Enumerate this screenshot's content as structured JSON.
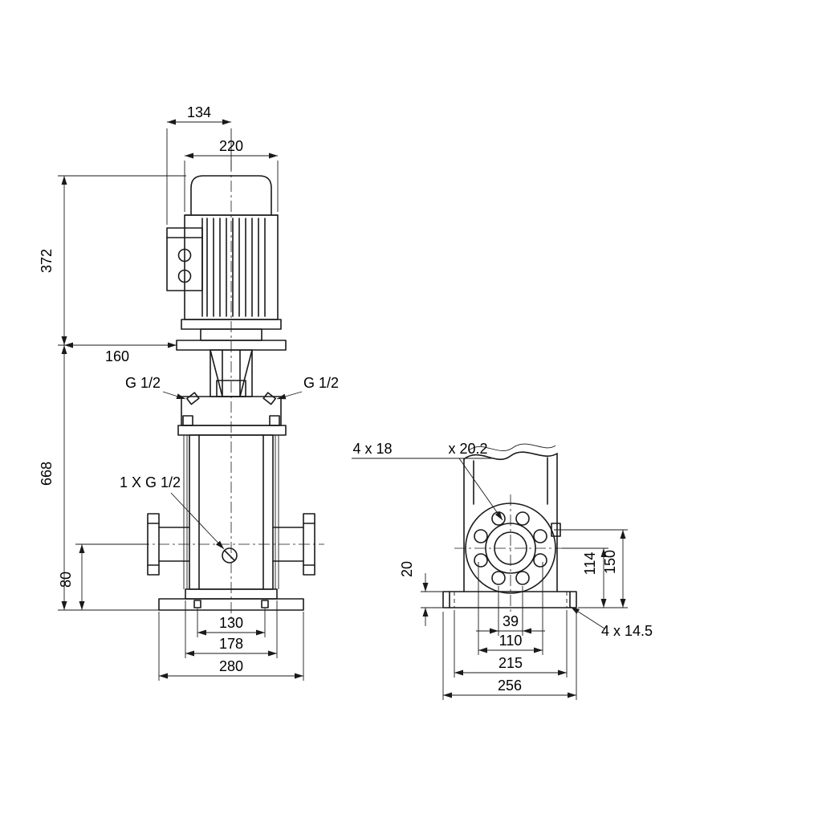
{
  "title": "Vertical multistage pump dimensional drawing",
  "colors": {
    "ink": "#1a1a1a",
    "background": "#ffffff"
  },
  "front_view": {
    "dim_motor_top_width": "134",
    "dim_motor_width": "220",
    "dim_motor_height": "372",
    "dim_stool_offset": "160",
    "label_port_left": "G 1/2",
    "label_port_right": "G 1/2",
    "dim_total_height": "668",
    "label_drain_port": "1 X G 1/2",
    "dim_port_center_height": "80",
    "dim_foot_hole_spacing": "130",
    "dim_foot_width": "178",
    "dim_base_width": "280"
  },
  "side_view": {
    "label_flange_holes": "4 x 18",
    "label_flange_counterbore": "x 20.2",
    "dim_plate_thickness": "20",
    "dim_port_center_height": "114",
    "dim_flange_top_height": "150",
    "dim_hole_spacing": "39",
    "dim_bolt_circle": "110",
    "dim_base_hole_spacing": "215",
    "dim_base_depth": "256",
    "label_base_plate_holes": "4 x 14.5"
  }
}
